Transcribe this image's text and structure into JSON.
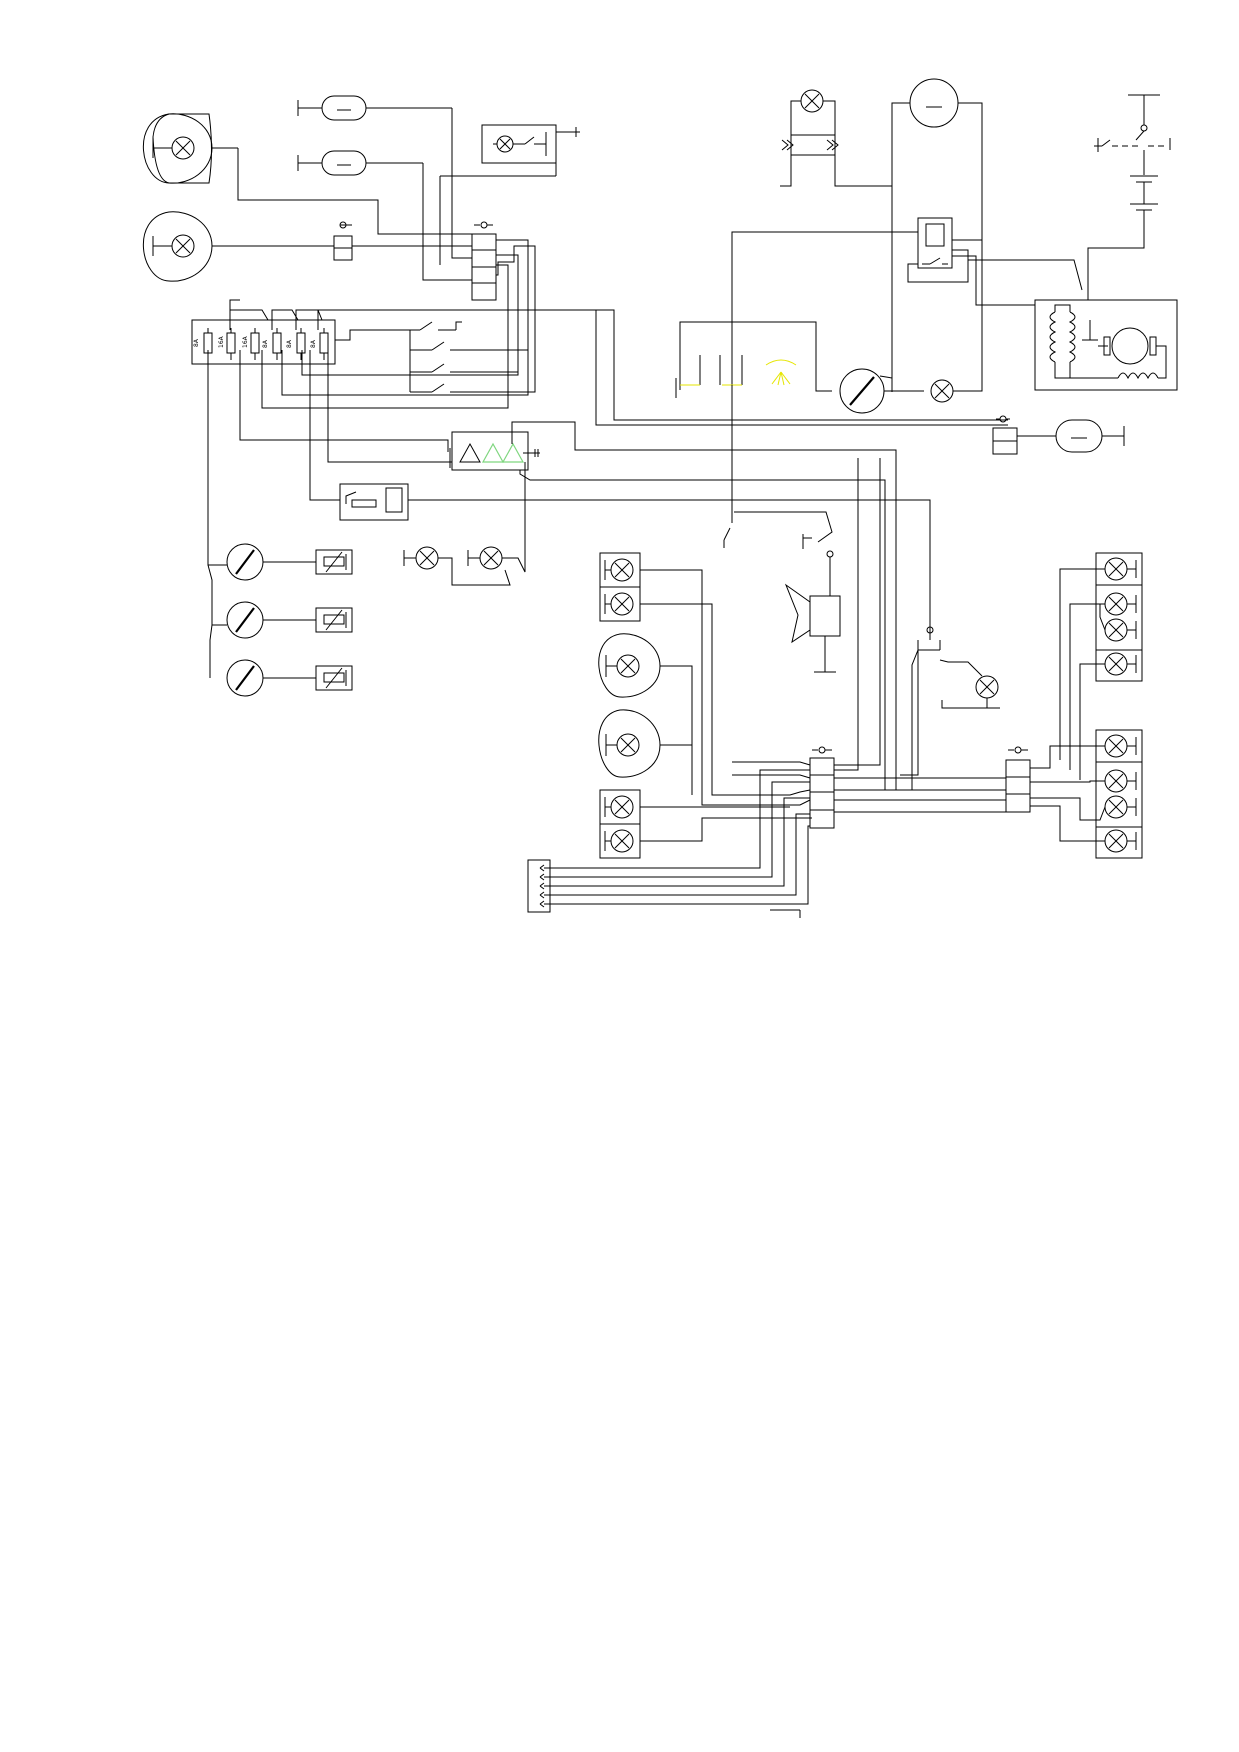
{
  "fuse_box": {
    "fuses": [
      {
        "rating": "8A"
      },
      {
        "rating": "16A"
      },
      {
        "rating": "16A"
      },
      {
        "rating": "8A"
      },
      {
        "rating": "8A"
      },
      {
        "rating": "8A"
      }
    ]
  },
  "colors": {
    "line": "#000000",
    "accent_triangles": "#7fd67f",
    "accent_lamp": "#e6e600",
    "background": "#ffffff"
  }
}
